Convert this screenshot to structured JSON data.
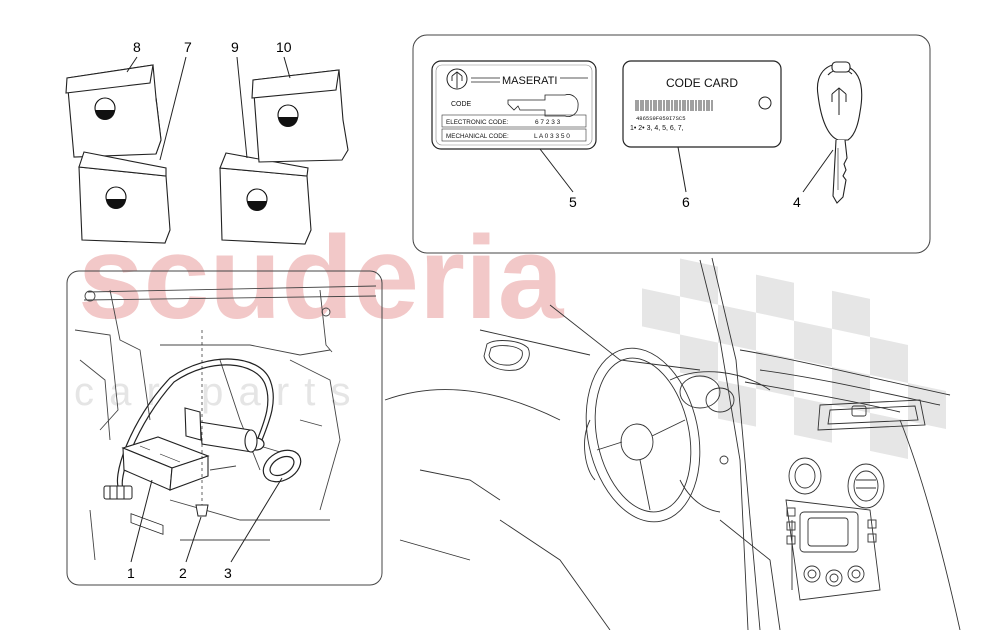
{
  "watermark": {
    "brand": "scuderia",
    "tagline": "c a r   p a r t s"
  },
  "code_label": {
    "brand": "MASERATI",
    "code_label": "CODE",
    "electronic_label": "ELECTRONIC CODE:",
    "electronic_value": "6 7 2 3 3",
    "mechanical_label": "MECHANICAL CODE:",
    "mechanical_value": "L A 0 3 3 5 0"
  },
  "code_card": {
    "title": "CODE CARD",
    "barcode_text": "4865S9F059I7SC5",
    "sequence": "1• 2• 3, 4, 5, 6, 7,"
  },
  "callouts": {
    "c1": "1",
    "c2": "2",
    "c3": "3",
    "c4": "4",
    "c5": "5",
    "c6": "6",
    "c7": "7",
    "c8": "8",
    "c9": "9",
    "c10": "10"
  }
}
